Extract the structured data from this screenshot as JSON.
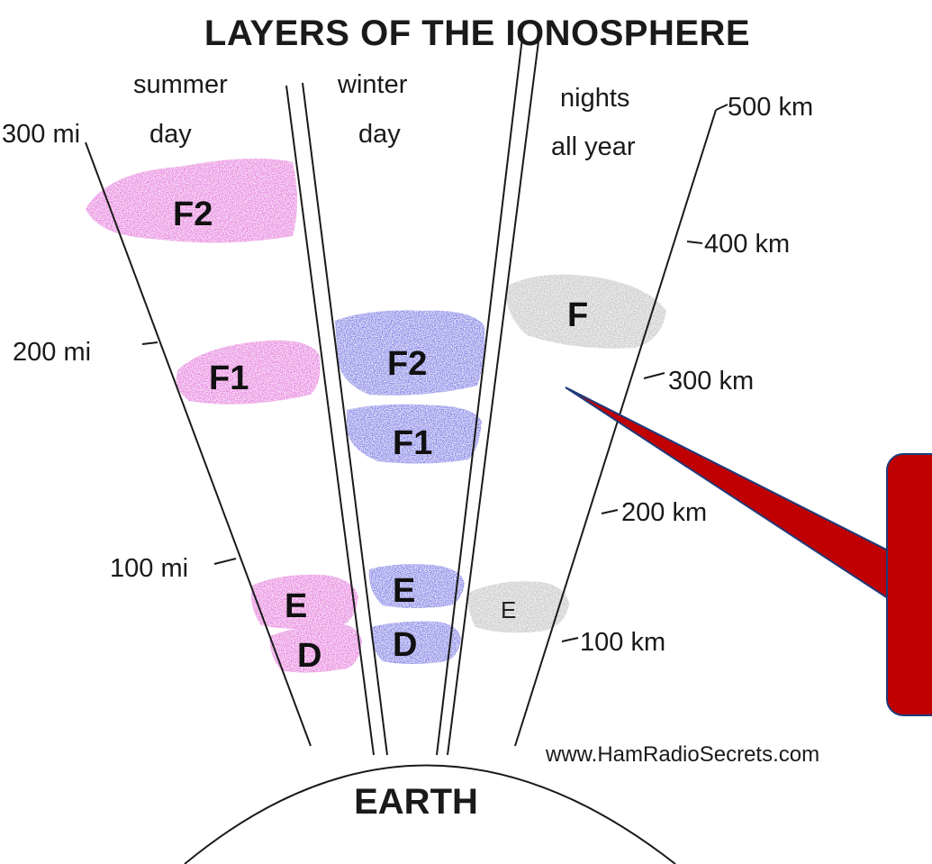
{
  "title": "LAYERS OF THE IONOSPHERE",
  "columns": {
    "summer_day": [
      "summer",
      "day"
    ],
    "winter_day": [
      "winter",
      "day"
    ],
    "nights": [
      "nights",
      "all year"
    ]
  },
  "mile_scale": [
    "300 mi",
    "200 mi",
    "100 mi"
  ],
  "km_scale": [
    "500 km",
    "400 km",
    "300 km",
    "200 km",
    "100 km"
  ],
  "layers": {
    "summer": [
      "F2",
      "F1",
      "E",
      "D"
    ],
    "winter": [
      "F2",
      "F1",
      "E",
      "D"
    ],
    "night": [
      "F",
      "E"
    ]
  },
  "colors": {
    "summer": "#e87ee0",
    "winter": "#8080e8",
    "night": "#c8c8c8",
    "callout": "#c00000"
  },
  "website": "www.HamRadioSecrets.com",
  "earth_label": "EARTH"
}
